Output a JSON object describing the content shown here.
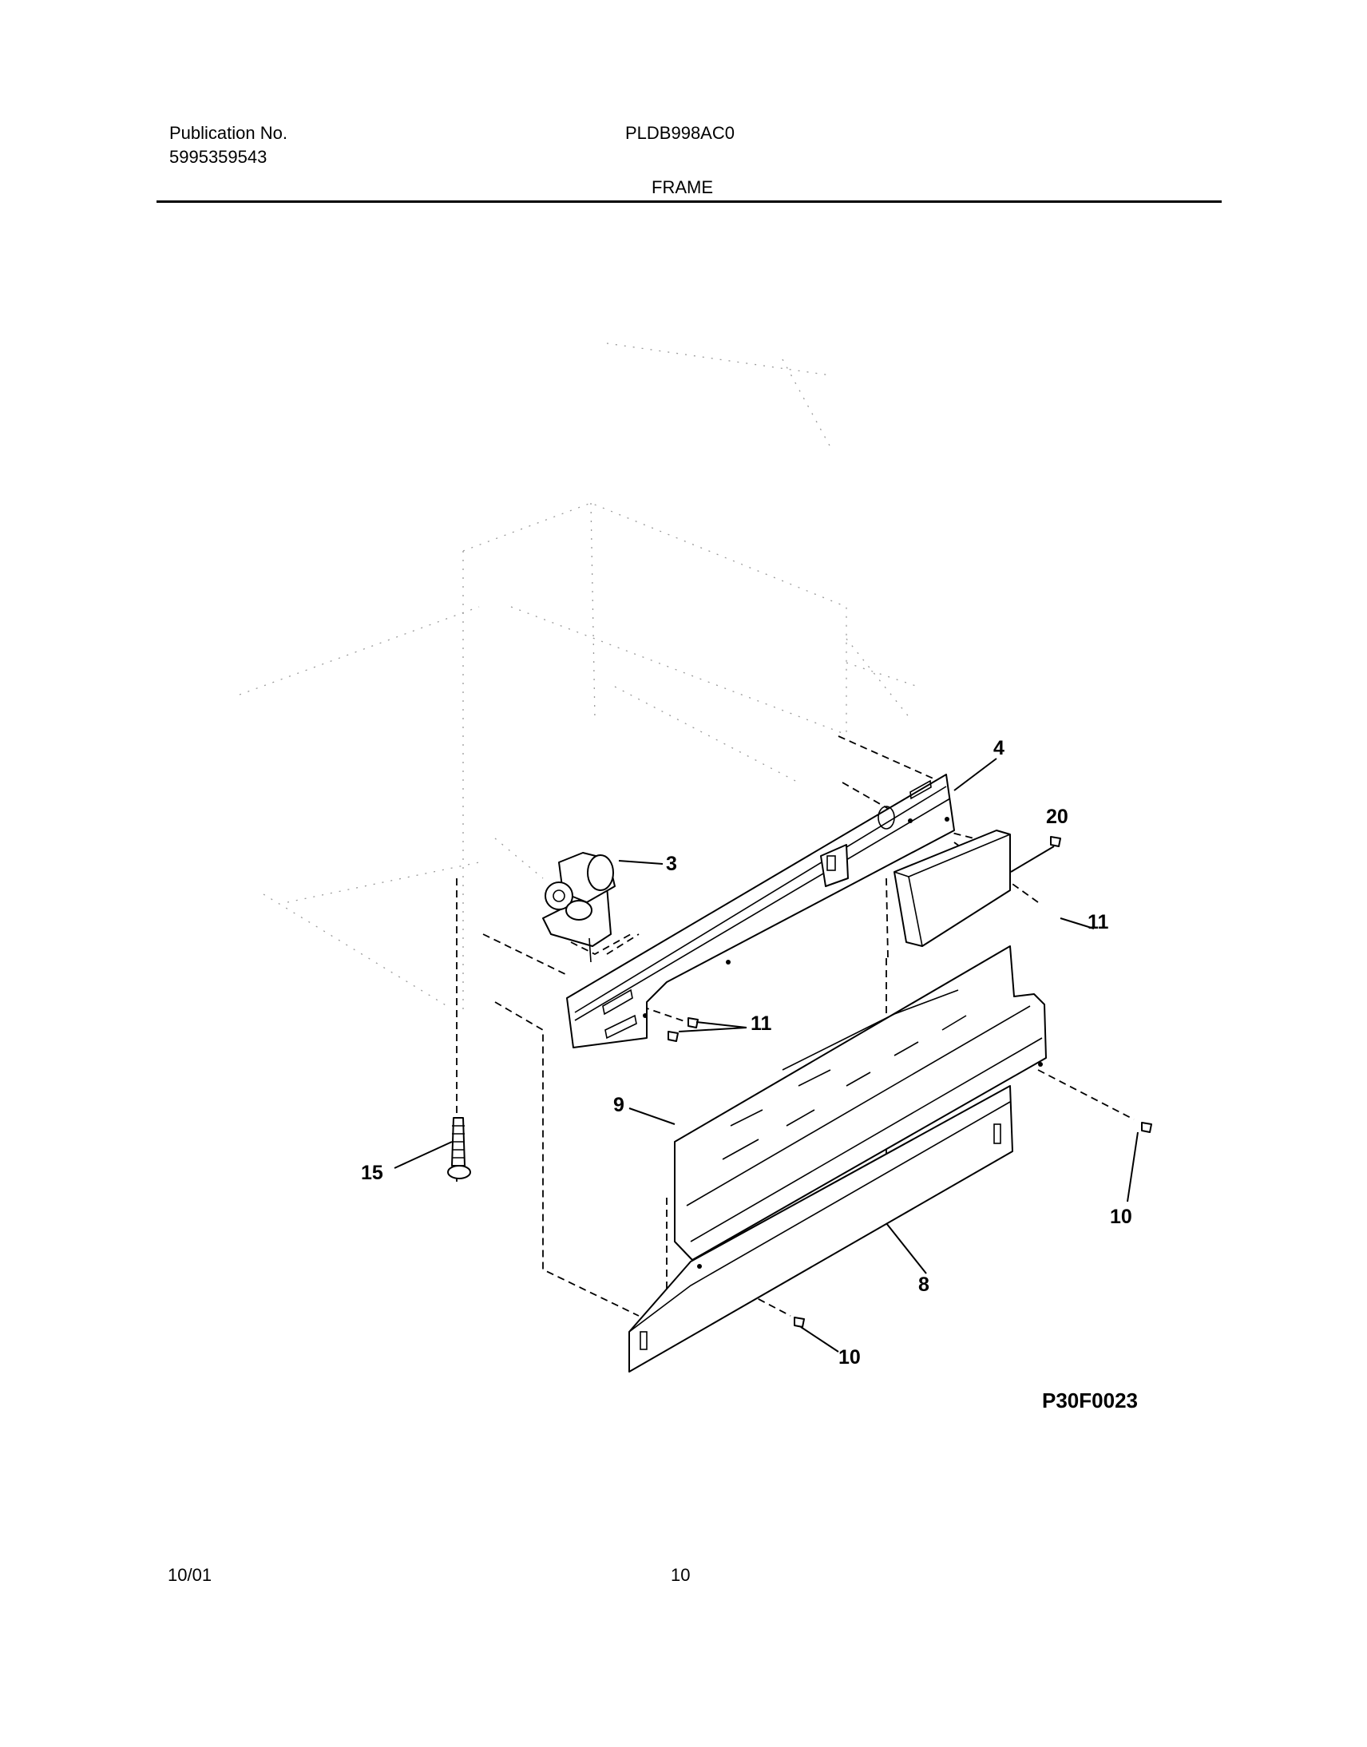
{
  "header": {
    "publication_label": "Publication No.",
    "publication_number": "5995359543",
    "model": "PLDB998AC0",
    "section_title": "FRAME"
  },
  "callouts": {
    "c4": "4",
    "c20": "20",
    "c3": "3",
    "c11a": "11",
    "c11b": "11",
    "c9": "9",
    "c15": "15",
    "c10a": "10",
    "c8": "8",
    "c10b": "10"
  },
  "figure_code": "P30F0023",
  "footer": {
    "date": "10/01",
    "page": "10"
  }
}
